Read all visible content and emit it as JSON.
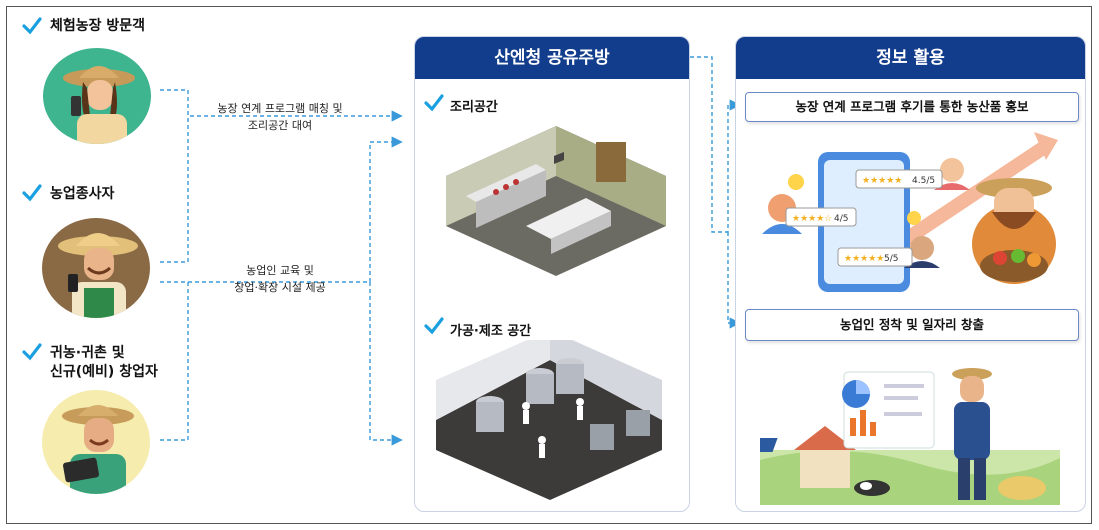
{
  "actors": [
    {
      "label": "체험농장 방문객"
    },
    {
      "label": "농업종사자"
    },
    {
      "label_line1": "귀농·귀촌 및",
      "label_line2": "신규(예비) 창업자"
    }
  ],
  "flows": [
    {
      "line1": "농장 연계 프로그램 매칭 및",
      "line2": "조리공간 대여"
    },
    {
      "line1": "농업인 교육 및",
      "line2": "창업·확장 시설 제공"
    }
  ],
  "kitchen_panel": {
    "title": "산엔청 공유주방",
    "spaces": [
      {
        "label": "조리공간"
      },
      {
        "label": "가공·제조 공간"
      }
    ]
  },
  "info_panel": {
    "title": "정보 활용",
    "items": [
      {
        "label": "농장 연계 프로그램 후기를 통한 농산품 홍보"
      },
      {
        "label": "농업인 정착 및 일자리 창출"
      }
    ]
  },
  "review_ratings": [
    "4.5/5",
    "4/5",
    "5/5"
  ],
  "colors": {
    "navy": "#123c8c",
    "check": "#1aa0e0",
    "arrow": "#3a9ad9"
  }
}
